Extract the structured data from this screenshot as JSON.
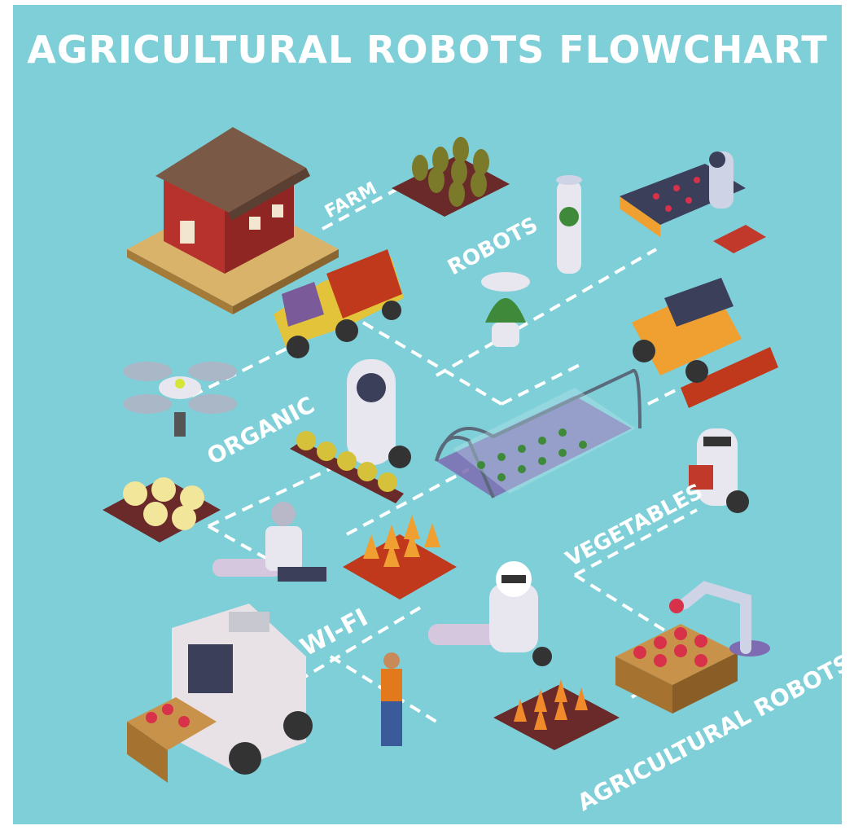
{
  "title": "AGRICULTURAL ROBOTS FLOWCHART",
  "labels": {
    "farm": "FARM",
    "robots": "ROBOTS",
    "organic": "ORGANIC",
    "vegetables": "VEGETABLES",
    "wifi": "WI-FI",
    "agricultural_robots": "AGRICULTURAL ROBOTS"
  },
  "colors": {
    "background": "#7fcfd8",
    "text": "#ffffff",
    "barn_red": "#b8322d",
    "soil": "#6b2a2a",
    "robot_white": "#e8e6ee",
    "orange": "#f0a030"
  }
}
